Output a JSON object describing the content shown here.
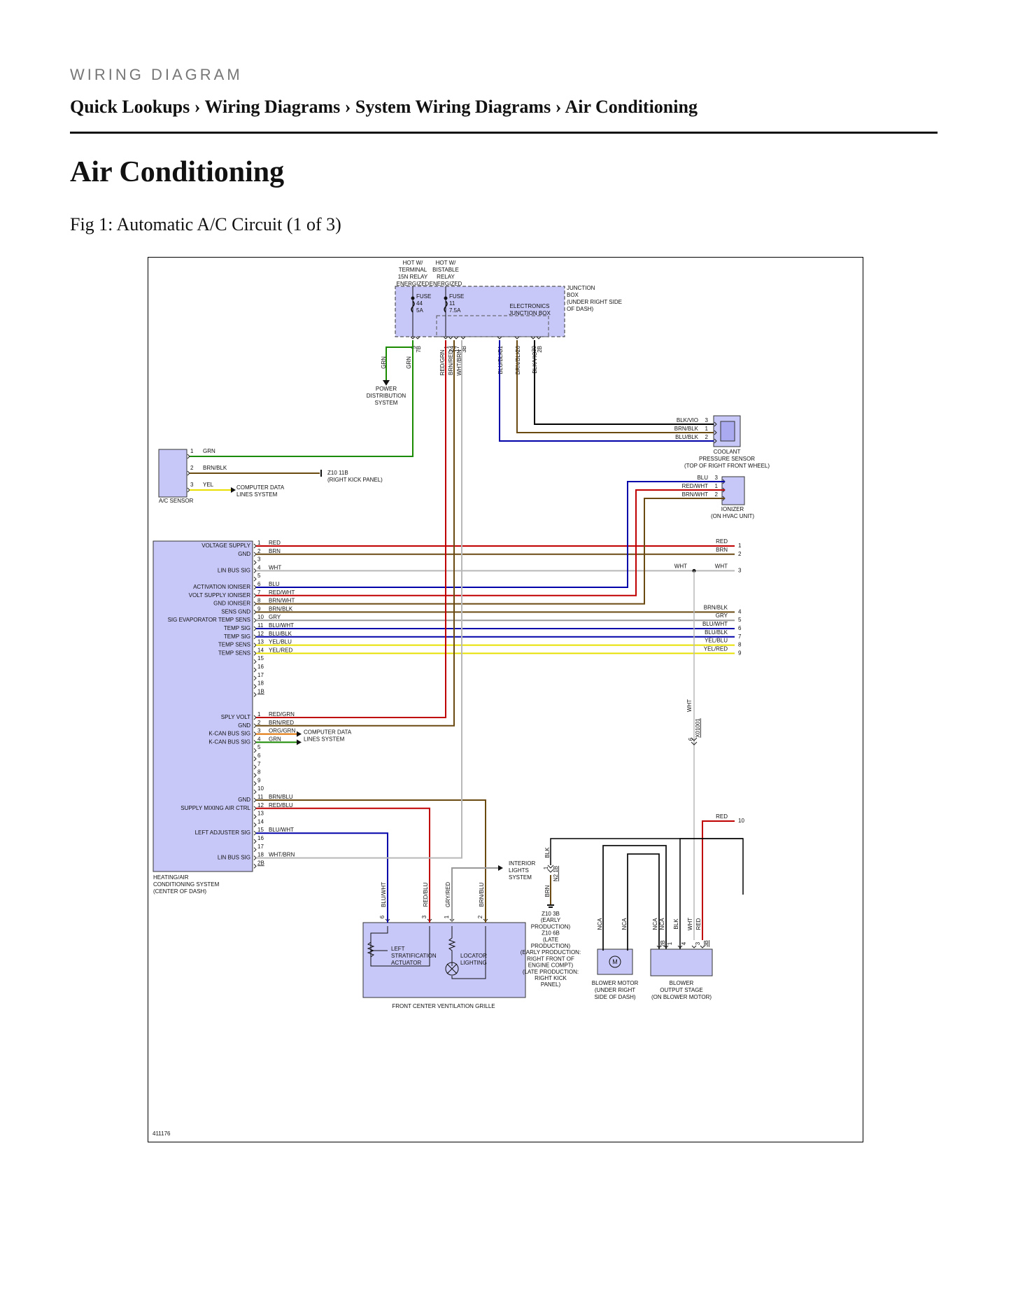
{
  "header": {
    "kicker": "WIRING DIAGRAM",
    "breadcrumb": [
      "Quick Lookups",
      "Wiring Diagrams",
      "System Wiring Diagrams",
      "Air Conditioning"
    ],
    "separator": "›"
  },
  "page_title": "Air Conditioning",
  "figure_caption": "Fig 1: Automatic A/C Circuit (1 of 3)",
  "diagram": {
    "figure_id": "411176",
    "colors": {
      "component_fill": "#c8c8f8",
      "RED": "#c00000",
      "BRN": "#6b4a12",
      "WHT": "#b8b8b8",
      "BLU": "#0000aa",
      "GRN": "#1a8a00",
      "YEL": "#e8e000",
      "GRY": "#999999",
      "BLK": "#000000",
      "VIO": "#9a00a0",
      "ORG": "#e07000"
    },
    "power": {
      "hot1": [
        "HOT W/",
        "TERMINAL",
        "15N RELAY",
        "ENERGIZED"
      ],
      "hot2": [
        "HOT W/",
        "BISTABLE",
        "RELAY",
        "ENERGIZED"
      ],
      "fuse1": [
        "FUSE",
        "44",
        "5A"
      ],
      "fuse2": [
        "FUSE",
        "11",
        "7.5A"
      ],
      "junction_box": [
        "JUNCTION",
        "BOX",
        "(UNDER RIGHT SIDE",
        "OF DASH)"
      ],
      "electronics_box": [
        "ELECTRONICS",
        "JUNCTION BOX"
      ],
      "pins": [
        "5",
        "7B",
        "1",
        "24",
        "17",
        "3B",
        "51",
        "26",
        "30",
        "2B"
      ],
      "wires": [
        "GRN",
        "GRN",
        "RED/GRN",
        "BRN/RED",
        "WHT/BRN",
        "BLU/BLK",
        "BRN/BLK",
        "BLK/VIO"
      ],
      "power_dist": [
        "POWER",
        "DISTRIBUTION",
        "SYSTEM"
      ]
    },
    "coolant_sensor": {
      "wires": [
        "BLK/VIO",
        "BRN/BLK",
        "BLU/BLK"
      ],
      "pins": [
        "3",
        "1",
        "2"
      ],
      "label": [
        "COOLANT",
        "PRESSURE SENSOR",
        "(TOP OF RIGHT FRONT WHEEL)"
      ]
    },
    "ac_sensor": {
      "pins": [
        "1",
        "2",
        "3"
      ],
      "wires": [
        "GRN",
        "BRN/BLK",
        "YEL"
      ],
      "label": "A/C SENSOR",
      "ground": [
        "Z10 11B",
        "(RIGHT KICK PANEL)"
      ],
      "data_lines": [
        "COMPUTER DATA",
        "LINES SYSTEM"
      ]
    },
    "ionizer": {
      "wires": [
        "BLU",
        "RED/WHT",
        "BRN/WHT"
      ],
      "pins": [
        "3",
        "1",
        "2"
      ],
      "label": [
        "IONIZER",
        "(ON HVAC UNIT)"
      ]
    },
    "hvac_connector1": [
      {
        "pin": "1",
        "wire": "RED",
        "func": "VOLTAGE SUPPLY"
      },
      {
        "pin": "2",
        "wire": "BRN",
        "func": "GND"
      },
      {
        "pin": "3",
        "wire": "",
        "func": ""
      },
      {
        "pin": "4",
        "wire": "WHT",
        "func": "LIN BUS SIG"
      },
      {
        "pin": "5",
        "wire": "",
        "func": ""
      },
      {
        "pin": "6",
        "wire": "BLU",
        "func": "ACTIVATION IONISER"
      },
      {
        "pin": "7",
        "wire": "RED/WHT",
        "func": "VOLT SUPPLY IONISER"
      },
      {
        "pin": "8",
        "wire": "BRN/WHT",
        "func": "GND IONISER"
      },
      {
        "pin": "9",
        "wire": "BRN/BLK",
        "func": "SENS GND"
      },
      {
        "pin": "10",
        "wire": "GRY",
        "func": "SIG EVAPORATOR TEMP SENS"
      },
      {
        "pin": "11",
        "wire": "BLU/WHT",
        "func": "TEMP SIG"
      },
      {
        "pin": "12",
        "wire": "BLU/BLK",
        "func": "TEMP SIG"
      },
      {
        "pin": "13",
        "wire": "YEL/BLU",
        "func": "TEMP SENS"
      },
      {
        "pin": "14",
        "wire": "YEL/RED",
        "func": "TEMP SENS"
      },
      {
        "pin": "15",
        "wire": "",
        "func": ""
      },
      {
        "pin": "16",
        "wire": "",
        "func": ""
      },
      {
        "pin": "17",
        "wire": "",
        "func": ""
      },
      {
        "pin": "18",
        "wire": "",
        "func": ""
      },
      {
        "pin": "1B",
        "wire": "",
        "func": ""
      }
    ],
    "right_side_wires": [
      {
        "wire": "RED",
        "num": "1"
      },
      {
        "wire": "BRN",
        "num": "2"
      },
      {
        "wire": "WHT",
        "num": "3"
      },
      {
        "wire": "BRN/BLK",
        "num": "4"
      },
      {
        "wire": "GRY",
        "num": "5"
      },
      {
        "wire": "BLU/WHT",
        "num": "6"
      },
      {
        "wire": "BLU/BLK",
        "num": "7"
      },
      {
        "wire": "YEL/BLU",
        "num": "8"
      },
      {
        "wire": "YEL/RED",
        "num": "9"
      }
    ],
    "wht_splice": "WHT",
    "hvac_connector2": [
      {
        "pin": "1",
        "wire": "RED/GRN",
        "func": "SPLY VOLT"
      },
      {
        "pin": "2",
        "wire": "BRN/RED",
        "func": "GND"
      },
      {
        "pin": "3",
        "wire": "ORG/GRN",
        "func": "K-CAN BUS SIG"
      },
      {
        "pin": "4",
        "wire": "GRN",
        "func": "K-CAN BUS SIG"
      },
      {
        "pin": "5",
        "wire": "",
        "func": ""
      },
      {
        "pin": "6",
        "wire": "",
        "func": ""
      },
      {
        "pin": "7",
        "wire": "",
        "func": ""
      },
      {
        "pin": "8",
        "wire": "",
        "func": ""
      },
      {
        "pin": "9",
        "wire": "",
        "func": ""
      },
      {
        "pin": "10",
        "wire": "",
        "func": ""
      },
      {
        "pin": "11",
        "wire": "BRN/BLU",
        "func": "GND"
      },
      {
        "pin": "12",
        "wire": "RED/BLU",
        "func": "SUPPLY MIXING AIR CTRL"
      },
      {
        "pin": "13",
        "wire": "",
        "func": ""
      },
      {
        "pin": "14",
        "wire": "",
        "func": ""
      },
      {
        "pin": "15",
        "wire": "BLU/WHT",
        "func": "LEFT ADJUSTER SIG"
      },
      {
        "pin": "16",
        "wire": "",
        "func": ""
      },
      {
        "pin": "17",
        "wire": "",
        "func": ""
      },
      {
        "pin": "18",
        "wire": "WHT/BRN",
        "func": "LIN BUS SIG"
      },
      {
        "pin": "2B",
        "wire": "",
        "func": ""
      }
    ],
    "hvac_label": [
      "HEATING/AIR",
      "CONDITIONING SYSTEM",
      "(CENTER OF DASH)"
    ],
    "can_data_lines": [
      "COMPUTER DATA",
      "LINES SYSTEM"
    ],
    "splice_conn": {
      "pin": "6",
      "id": "X01001",
      "wire": "WHT"
    },
    "red_10": {
      "wire": "RED",
      "num": "10"
    },
    "grille": {
      "wires": [
        "BLU/WHT",
        "RED/BLU",
        "GRY/RED",
        "BRN/BLU"
      ],
      "pins": [
        "6",
        "3",
        "1",
        "2"
      ],
      "actuator": [
        "LEFT",
        "STRATIFICATION",
        "ACTUATOR"
      ],
      "lighting": [
        "LOCATOR",
        "LIGHTING"
      ],
      "label": "FRONT CENTER VENTILATION GRILLE"
    },
    "interior_lights": [
      "INTERIOR",
      "LIGHTS",
      "SYSTEM"
    ],
    "ground_z10": {
      "wire_top": "BLK",
      "pin": "1",
      "conn": "N2 1B",
      "wire_bottom": "BRN",
      "label": [
        "Z10 3B",
        "(EARLY",
        "PRODUCTION)",
        "Z10 6B",
        "(LATE",
        "PRODUCTION)",
        "(EARLY PRODUCTION:",
        "RIGHT FRONT OF",
        "ENGINE COMPT)",
        "(LATE PRODUCTION:",
        "RIGHT KICK",
        "PANEL)"
      ]
    },
    "blower_motor": {
      "wires": [
        "NCA",
        "NCA"
      ],
      "symbol": "M",
      "label": [
        "BLOWER MOTOR",
        "(UNDER RIGHT",
        "SIDE OF DASH)"
      ]
    },
    "blower_stage": {
      "wires": [
        "NCA",
        "NCA",
        "BLK",
        "WHT",
        "RED"
      ],
      "pins": [
        "2B",
        "1",
        "4",
        "3",
        "3B"
      ],
      "label": [
        "BLOWER",
        "OUTPUT STAGE",
        "(ON BLOWER MOTOR)"
      ]
    }
  }
}
